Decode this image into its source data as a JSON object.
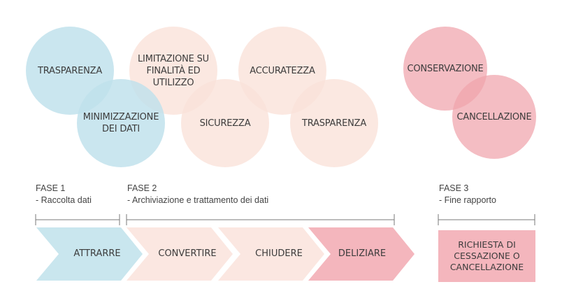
{
  "colors": {
    "blue": "#c9e6ee",
    "peach": "#fbe7e1",
    "pink": "#f4b6bd",
    "text": "#3c3c3c",
    "line": "#7a7a7a"
  },
  "circles": {
    "trasparenza_1": "TRASPARENZA",
    "minimizzazione": "MINIMIZZAZIONE DEI DATI",
    "limitazione": "LIMITAZIONE SU FINALITÀ ED UTILIZZO",
    "sicurezza": "SICUREZZA",
    "accuratezza": "ACCURATEZZA",
    "trasparenza_2": "TRASPARENZA",
    "conservazione": "CONSERVAZIONE",
    "cancellazione": "CANCELLAZIONE"
  },
  "phases": [
    {
      "title": "FASE 1",
      "subtitle": "- Raccolta dati"
    },
    {
      "title": "FASE 2",
      "subtitle": "- Archiviazione e trattamento dei dati"
    },
    {
      "title": "FASE 3",
      "subtitle": "- Fine rapporto"
    }
  ],
  "steps": [
    "ATTRARRE",
    "CONVERTIRE",
    "CHIUDERE",
    "DELIZIARE"
  ],
  "final_box": "RICHIESTA DI CESSAZIONE O CANCELLAZIONE"
}
